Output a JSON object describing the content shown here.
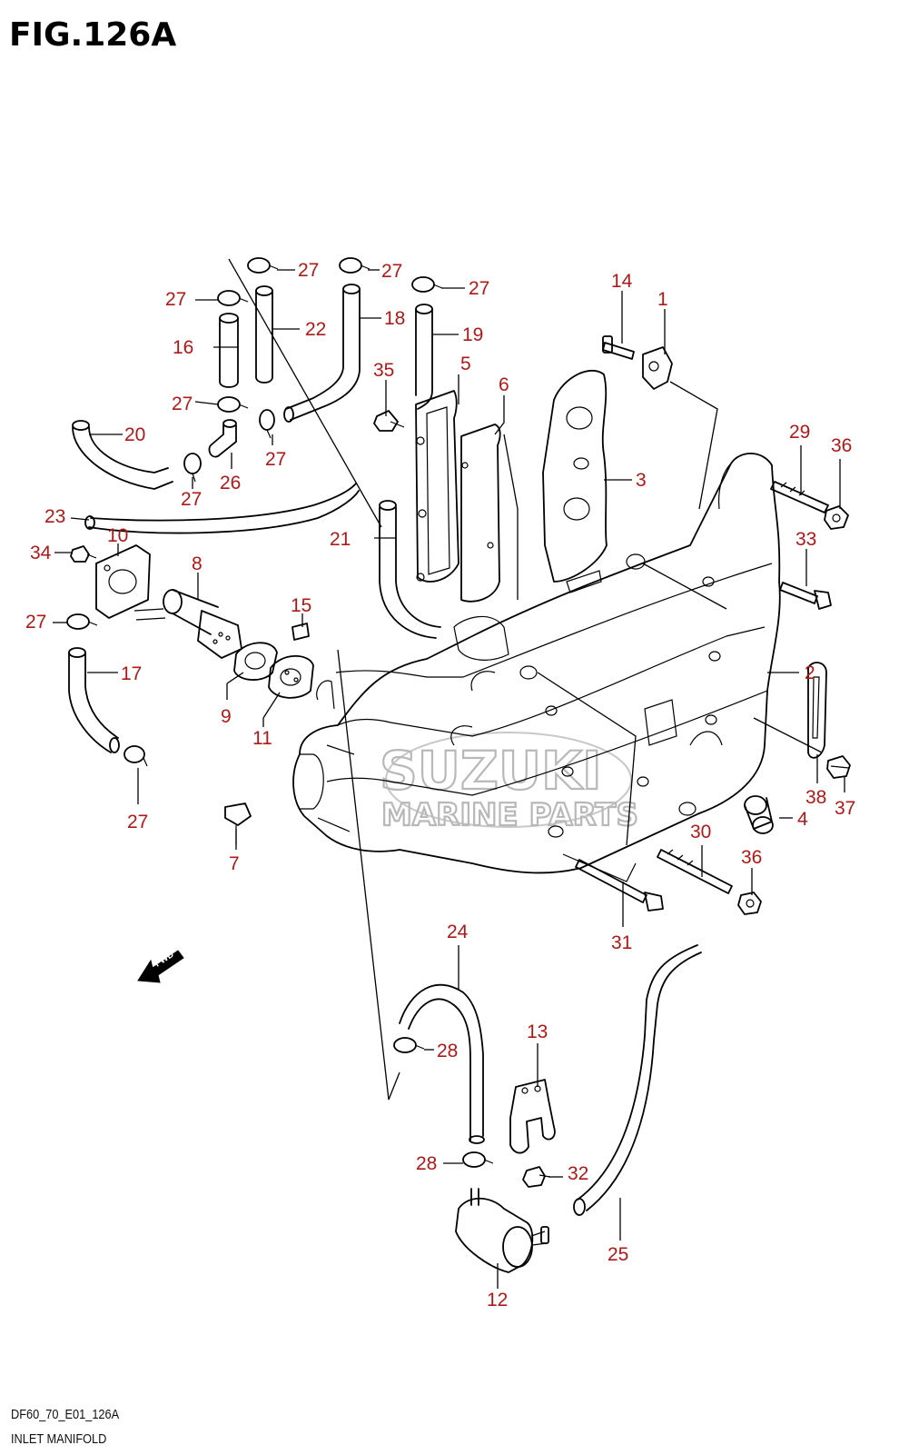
{
  "title": "FIG.126A",
  "code": "DF60_70_E01_126A",
  "caption": "INLET MANIFOLD",
  "watermark": {
    "line1": "SUZUKI",
    "line2": "MARINE PARTS"
  },
  "direction_badge": "FWD",
  "callout_color": "#b01818",
  "callouts": {
    "c1": "1",
    "c2": "2",
    "c3": "3",
    "c4": "4",
    "c5": "5",
    "c6": "6",
    "c7": "7",
    "c8": "8",
    "c9": "9",
    "c10": "10",
    "c11": "11",
    "c12": "12",
    "c13": "13",
    "c14": "14",
    "c15": "15",
    "c16": "16",
    "c17": "17",
    "c18": "18",
    "c19": "19",
    "c20": "20",
    "c21": "21",
    "c22": "22",
    "c23": "23",
    "c24": "24",
    "c25": "25",
    "c26": "26",
    "c27a": "27",
    "c27b": "27",
    "c27c": "27",
    "c27d": "27",
    "c27e": "27",
    "c27f": "27",
    "c27g": "27",
    "c27h": "27",
    "c27i": "27",
    "c28a": "28",
    "c28b": "28",
    "c29": "29",
    "c30": "30",
    "c31": "31",
    "c32": "32",
    "c33": "33",
    "c34": "34",
    "c35": "35",
    "c36a": "36",
    "c36b": "36",
    "c37": "37",
    "c38": "38"
  }
}
